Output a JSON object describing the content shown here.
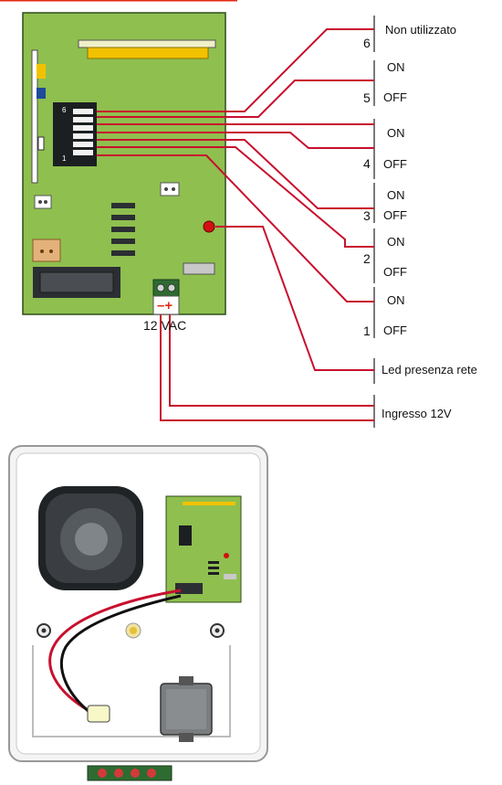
{
  "header_fragment": "",
  "dip_switch": {
    "label_top": "6",
    "label_bottom": "1"
  },
  "power_terminal": {
    "polarity": "–+",
    "label": "12 VAC"
  },
  "switch_groups": [
    {
      "number": "6",
      "states": [
        "Non utilizzato"
      ]
    },
    {
      "number": "5",
      "states": [
        "ON",
        "OFF"
      ]
    },
    {
      "number": "4",
      "states": [
        "ON",
        "OFF"
      ]
    },
    {
      "number": "3",
      "states": [
        "ON",
        "OFF"
      ]
    },
    {
      "number": "2",
      "states": [
        "ON",
        "OFF"
      ]
    },
    {
      "number": "1",
      "states": [
        "ON",
        "OFF"
      ]
    }
  ],
  "connection_labels": {
    "led": "Led presenza rete",
    "input": "Ingresso 12V"
  },
  "colors": {
    "board": "#8fbf4f",
    "wire": "#c8102e",
    "chip": "#2b2f33",
    "led": "#d11010"
  }
}
